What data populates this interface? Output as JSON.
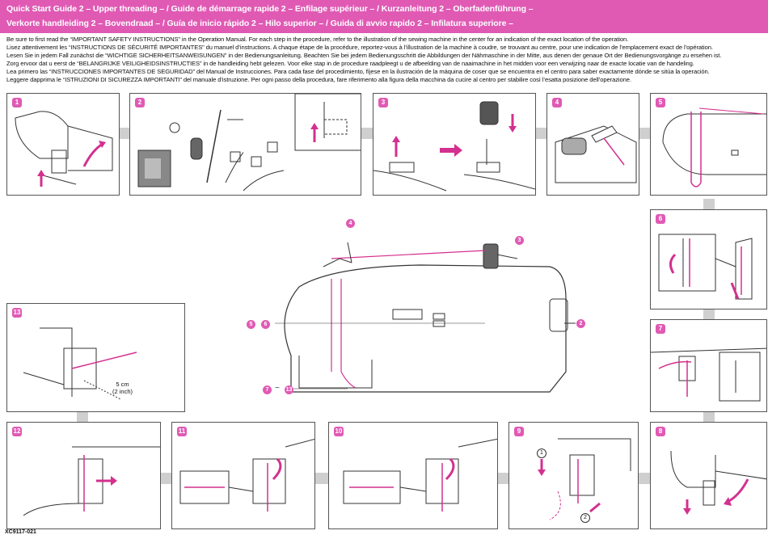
{
  "header": {
    "line1": "Quick Start Guide 2  – Upper threading – / Guide de démarrage rapide 2  – Enfilage supérieur – / Kurzanleitung 2  – Oberfadenführung –",
    "line2": "Verkorte handleiding 2  – Bovendraad – / Guía de inicio rápido 2  – Hilo superior – / Guida di avvio rapido 2  – Infilatura superiore –"
  },
  "intro": [
    "Be sure to first read the “IMPORTANT SAFETY INSTRUCTIONS” in the Operation Manual. For each step in the procedure, refer to the illustration of the sewing machine in the center for an indication of the exact location of the operation.",
    "Lisez attentivement les “INSTRUCTIONS DE SÉCURITÉ IMPORTANTES” du manuel d’instructions. A chaque étape de la procédure, reportez-vous à l’illustration de la machine à coudre, se trouvant au centre, pour une indication de l’emplacement exact de l’opération.",
    "Lesen Sie in jedem Fall zunächst die “WICHTIGE SICHERHEITSANWEISUNGEN” in der Bedienungsanleitung.  Beachten Sie bei jedem Bedienungsschritt die Abbildungen der Nähmaschine in der Mitte, aus denen der genaue Ort der Bedienungsvorgänge zu ersehen ist.",
    "Zorg ervoor dat u eerst de “BELANGRIJKE VEILIGHEIDSINSTRUCTIES” in de handleiding hebt gelezen.  Voor elke stap in de procedure raadpleegt u de afbeelding van de naaimachine in het midden voor een verwijzing naar de exacte locatie van de handeling.",
    "Lea primero las “INSTRUCCIONES IMPORTANTES DE SEGURIDAD” del Manual de Instrucciones.  Para cada fase del procedimiento, fíjese en la ilustración de la máquina de coser que se encuentra en el centro para saber exactamente dónde se sitúa la operación.",
    "Leggere dapprima le “ISTRUZIONI DI SICUREZZA IMPORTANTI” del manuale d’istruzione.  Per ogni passo della procedura, fare riferimento alla figura della macchina da cucire al centro per stabilire così l’esatta posizione dell’operazione."
  ],
  "steps": {
    "s1": "1",
    "s2": "2",
    "s3": "3",
    "s4": "4",
    "s5": "5",
    "s6": "6",
    "s7": "7",
    "s8": "8",
    "s9": "9",
    "s10": "10",
    "s11": "11",
    "s12": "12",
    "s13": "13"
  },
  "callouts": {
    "c4": "4",
    "c3": "3",
    "c2": "2",
    "c5": "5",
    "c6": "6",
    "c7": "7",
    "c13": "13",
    "tilde": "~"
  },
  "measure": {
    "line1": "5 cm",
    "line2": "(2 inch)"
  },
  "step9_labels": {
    "one": "1",
    "two": "2"
  },
  "code": "XC9117-021",
  "colors": {
    "accent": "#e05ab4",
    "thread": "#d3308f",
    "line": "#333333"
  }
}
